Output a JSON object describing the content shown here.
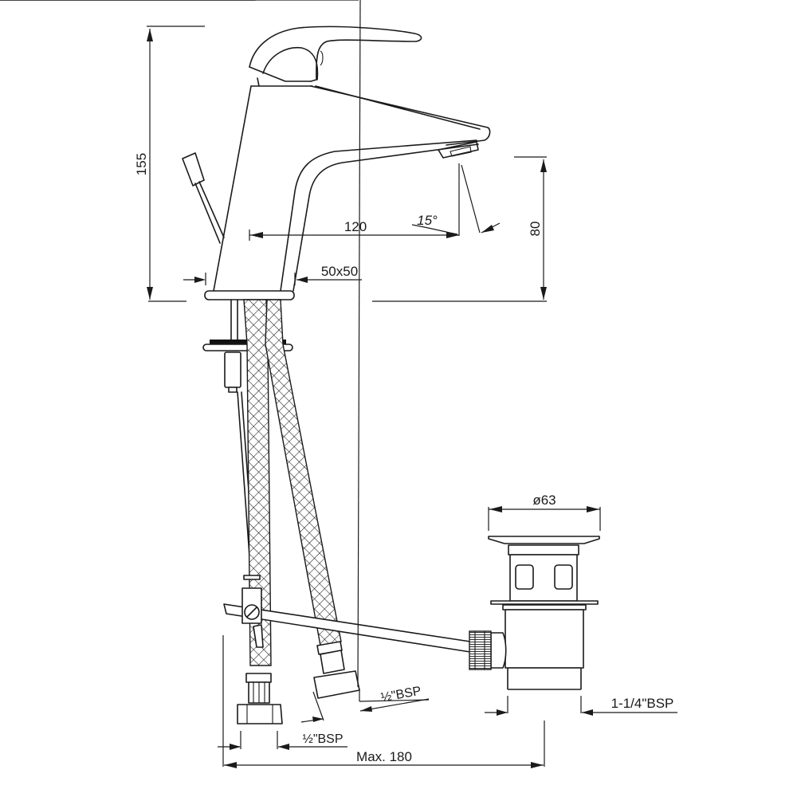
{
  "drawing": {
    "title": "Single lever basin mixer technical drawing",
    "dimensions": {
      "overall_height": "155",
      "spout_height": "80",
      "spout_reach": "120",
      "spout_angle": "15°",
      "base_size": "50x50",
      "drain_diameter": "ø63",
      "drain_thread": "1-1/4\"BSP",
      "hose_thread_left": "½\"BSP",
      "hose_thread_right": "½\"BSP",
      "max_length": "Max. 180"
    },
    "components": [
      "faucet-body",
      "lever-handle",
      "spout",
      "aerator",
      "pop-up-rod",
      "base-plate",
      "mounting-stud",
      "flexible-hoses",
      "drain-waste",
      "linkage-rod"
    ]
  }
}
